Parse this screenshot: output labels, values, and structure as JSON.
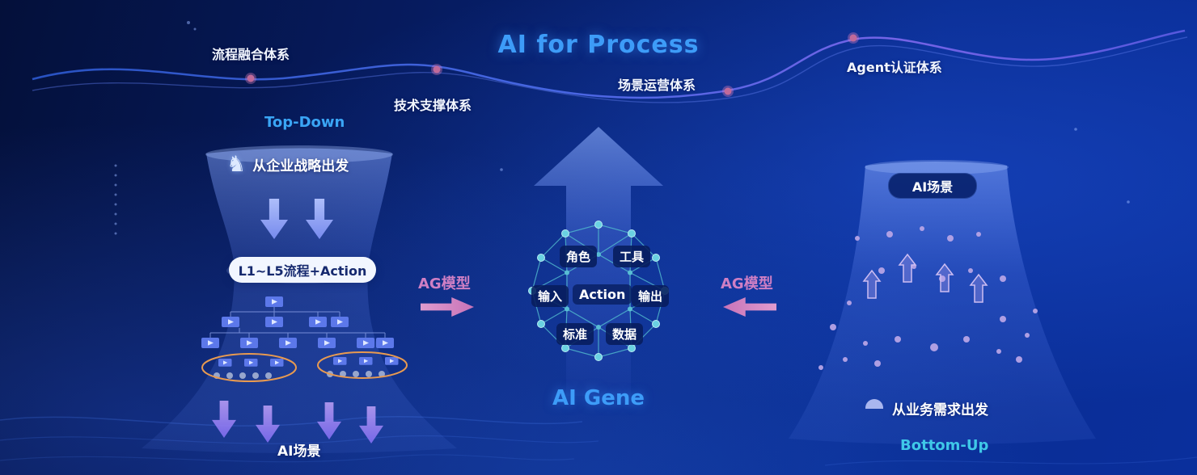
{
  "title": {
    "text": "AI for Process"
  },
  "curve": {
    "items": [
      {
        "label": "流程融合体系"
      },
      {
        "label": "技术支撑体系"
      },
      {
        "label": "场景运营体系"
      },
      {
        "label": "Agent认证体系"
      }
    ]
  },
  "left": {
    "heading": "Top-Down",
    "strategy": "从企业战略出发",
    "pill": "L1~L5流程+Action",
    "bottom_label": "AI场景"
  },
  "center": {
    "nodes": [
      "角色",
      "工具",
      "输入",
      "Action",
      "输出",
      "标准",
      "数据"
    ],
    "caption": "AI Gene"
  },
  "flows": {
    "left_ag": "AG模型",
    "right_ag": "AG模型"
  },
  "right": {
    "top_label": "AI场景",
    "need": "从业务需求出发",
    "heading": "Bottom-Up"
  },
  "colors": {
    "accent_blue": "#3d9cf8",
    "teal": "#3fc8e8",
    "pink": "#cf7fc4",
    "orange": "#e89a50",
    "sphere_teal": "#58c8da"
  }
}
